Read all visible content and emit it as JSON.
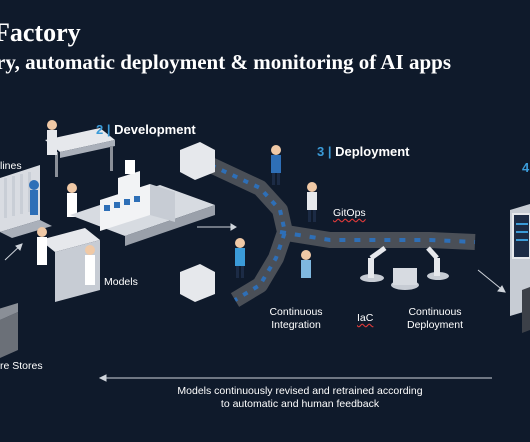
{
  "header": {
    "title": "Factory",
    "subtitle": "ry, automatic deployment & monitoring of AI apps"
  },
  "stages": [
    {
      "num": "2 |",
      "label": "Development"
    },
    {
      "num": "3 |",
      "label": "Deployment"
    },
    {
      "num": "4"
    }
  ],
  "labels": {
    "pipelines": "lines",
    "models": "Models",
    "feature_stores": "re Stores",
    "gitops": "GitOps",
    "ci_line1": "Continuous",
    "ci_line2": "Integration",
    "iac": "IaC",
    "cd_line1": "Continuous",
    "cd_line2": "Deployment"
  },
  "footer": {
    "line1": "Models continuously revised and retrained according",
    "line2": "to automatic and human feedback"
  },
  "colors": {
    "background": "#0f1a2b",
    "accent": "#3b9bd8",
    "conveyor": "#4a4f57",
    "machine": "#e6e8ec"
  }
}
